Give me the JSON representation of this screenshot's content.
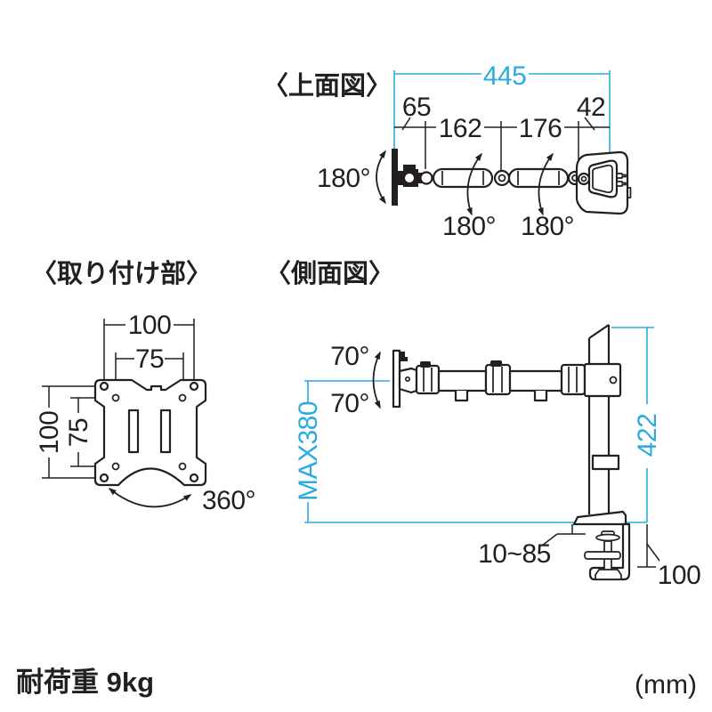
{
  "meta": {
    "load_label": "耐荷重 9kg",
    "unit_label": "(mm)"
  },
  "colors": {
    "accent_blue": "#29abe2",
    "line_black": "#231f20",
    "background": "#ffffff"
  },
  "top_view": {
    "title": "〈上面図〉",
    "dim_total": "445",
    "dim_base_offset": "65",
    "dim_arm1": "162",
    "dim_arm2": "176",
    "dim_head": "42",
    "rotate_base": "180°",
    "rotate_joint1": "180°",
    "rotate_joint2": "180°"
  },
  "mount_view": {
    "title": "〈取り付け部〉",
    "dim_width_outer": "100",
    "dim_width_inner": "75",
    "dim_height_outer": "100",
    "dim_height_inner": "75",
    "rotate": "360°"
  },
  "side_view": {
    "title": "〈側面図〉",
    "tilt_up": "70°",
    "tilt_down": "70°",
    "dim_max_height": "MAX380",
    "dim_pole_height": "422",
    "dim_desk_range": "10~85",
    "dim_clamp_depth": "100"
  }
}
